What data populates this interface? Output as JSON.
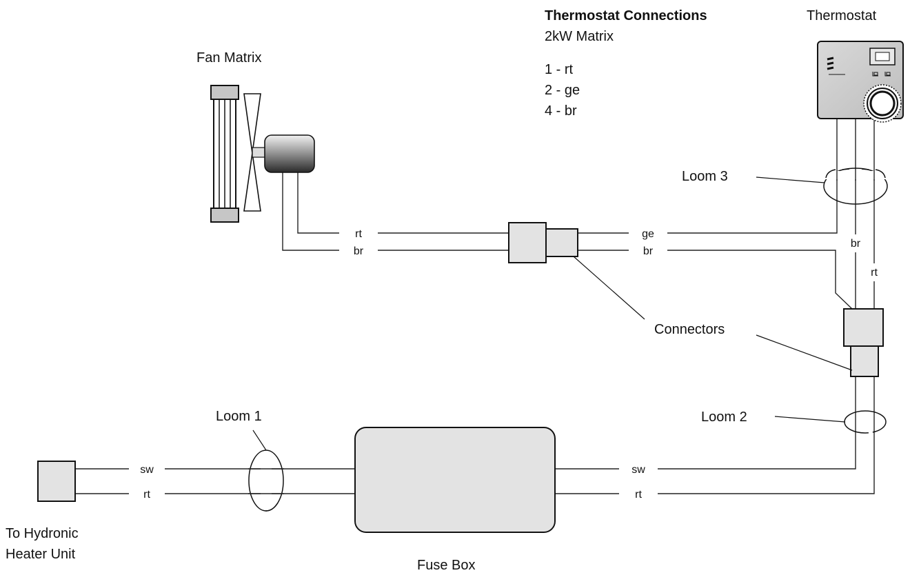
{
  "legend": {
    "title": "Thermostat Connections",
    "subtitle": "2kW Matrix",
    "items": [
      "1 - rt",
      "2 - ge",
      "4 - br"
    ]
  },
  "labels": {
    "thermostat": "Thermostat",
    "fan_matrix": "Fan Matrix",
    "loom1": "Loom 1",
    "loom2": "Loom 2",
    "loom3": "Loom 3",
    "connectors": "Connectors",
    "heater_line1": "To Hydronic",
    "heater_line2": "Heater Unit",
    "fuse_box": "Fuse Box"
  },
  "wires": {
    "fan_top": "rt",
    "fan_bottom": "br",
    "thermo_top": "ge",
    "thermo_bottom": "br",
    "vertical_br": "br",
    "vertical_rt": "rt",
    "heater_top": "sw",
    "heater_bottom": "rt",
    "fuse_right_top": "sw",
    "fuse_right_bottom": "rt"
  },
  "icons": {
    "thermostat_logo": "eberspacher-logo",
    "thermostat_dial": "dial-icon",
    "thermostat_display": "display-icon"
  }
}
